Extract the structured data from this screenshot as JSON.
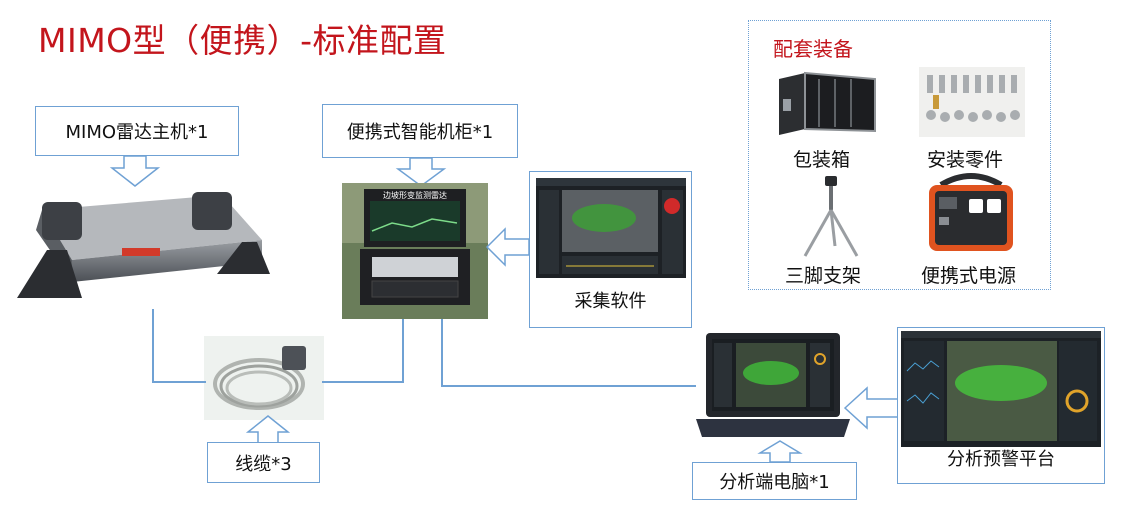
{
  "title": "MIMO型（便携）-标准配置",
  "nodes": {
    "radar": "MIMO雷达主机*1",
    "cabinet": "便携式智能机柜*1",
    "software": "采集软件",
    "cable": "线缆*3",
    "laptop": "分析端电脑*1",
    "platform": "分析预警平台"
  },
  "cabinet_screen_text": "边坡形变监测雷达",
  "accessories": {
    "title": "配套装备",
    "items": [
      "包装箱",
      "安装零件",
      "三脚支架",
      "便携式电源"
    ]
  },
  "colors": {
    "title": "#c3151c",
    "line": "#6fa1d4"
  }
}
